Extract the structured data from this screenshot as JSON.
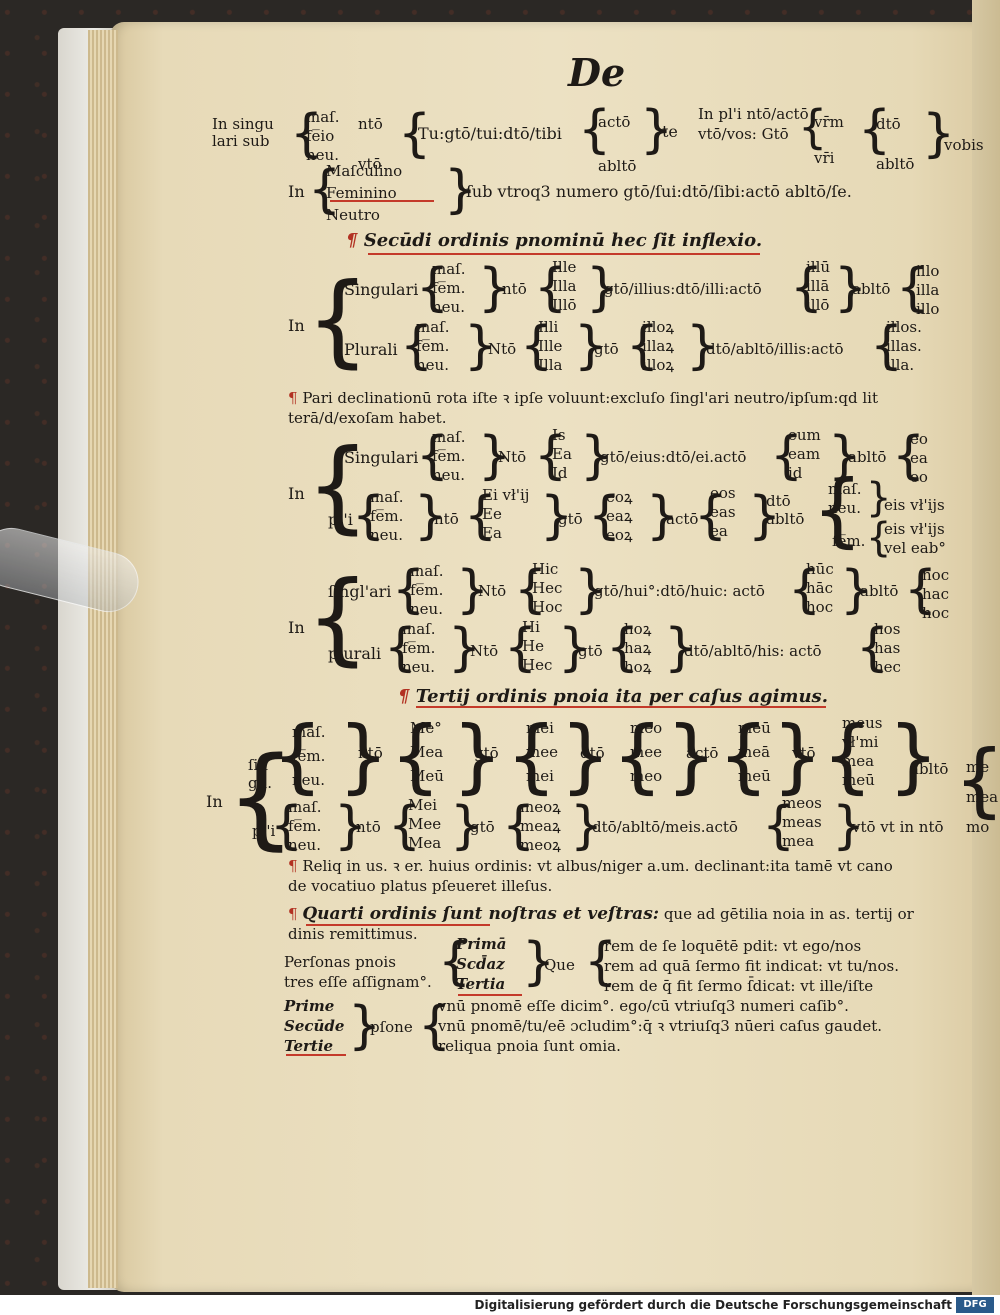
{
  "page": {
    "header": "De",
    "footer": "Digitalisierung gefördert durch die Deutsche Forschungsgemeinschaft",
    "logo": "DFG"
  },
  "block1": {
    "line1_left": [
      "In singu",
      "lari sub"
    ],
    "genders": [
      "maſ.",
      "fe̅io",
      "neu."
    ],
    "ntoVto": [
      "ntō",
      "vtō"
    ],
    "forms": "Tu:gtō/tui:dtō/tibi",
    "acto_ablto": [
      "actō",
      "abltō"
    ],
    "te": "te",
    "plural": [
      "In pl'i ntō/actō",
      "vtō/vos: Gtō"
    ],
    "vrm_vri": [
      "vr̄m",
      "vr̄i"
    ],
    "dto_ablto": [
      "dtō",
      "abltō"
    ],
    "vobis": "vobis"
  },
  "block2": {
    "in": "In",
    "genders": [
      "Maſculino",
      "Feminino",
      "Neutro"
    ],
    "text": "ſub vtroq3 numero gtō/ſui:dtō/ſibi:actō abltō/ſe."
  },
  "heading2": "Secūdi ordinis pnominū hec ſit inflexio.",
  "illeBlock": {
    "in": "In",
    "singulari": "Singulari",
    "genders": [
      "maſ.",
      "fe̅m.",
      "neu."
    ],
    "nto": "ntō",
    "nom": [
      "Ille",
      "Illa",
      "Illō"
    ],
    "gen": "gtō/illius:dtō/illi:actō",
    "acc": [
      "illū",
      "illā",
      "illō"
    ],
    "ablto": "abltō",
    "abl": [
      "illo",
      "illa",
      "illo"
    ],
    "plurali": "Plurali",
    "genders_pl": [
      "maſ.",
      "fe̅m.",
      "neu."
    ],
    "nto_pl": "Ntō",
    "nom_pl": [
      "Illi",
      "Ille",
      "Illa"
    ],
    "gto_pl": "gtō",
    "gen_pl": [
      "illoꝝ",
      "illaꝝ",
      "illoꝝ"
    ],
    "dat_pl": "dtō/abltō/illis:actō",
    "acc_pl": [
      "illos.",
      "illas.",
      "illa."
    ]
  },
  "pariText": [
    "Pari declinationū rota iſte ꝛ ipſe voluunt:excluſo ſingl'ari neutro/ipſum:qd lit",
    "terā/d/exoſam habet."
  ],
  "isBlock": {
    "in": "In",
    "singulari": "Singulari",
    "genders": [
      "maſ.",
      "fe̅m.",
      "neu."
    ],
    "nto": "Ntō",
    "nom": [
      "Is",
      "Ea",
      "Id"
    ],
    "gen": "gtō/eius:dtō/ei.actō",
    "acc": [
      "eum",
      "eam",
      "id"
    ],
    "ablto": "abltō",
    "abl": [
      "eo",
      "ea",
      "eo"
    ],
    "pli": "pl'i",
    "genders_pl": [
      "maſ.",
      "fe̅m.",
      "neu."
    ],
    "nto_pl": "ntō",
    "nom_pl": [
      "Ei vł'ij",
      "Ee",
      "Ea"
    ],
    "gto_pl": "gtō",
    "gen_pl": [
      "eoꝝ",
      "eaꝝ",
      "eoꝝ"
    ],
    "acto_pl": "actō",
    "acc_pl": [
      "eos",
      "eas",
      "ea"
    ],
    "dto_ablto": [
      "dtō",
      "abltō"
    ],
    "mas_neu": [
      "maſ.",
      "neu."
    ],
    "fem": "fe̅m.",
    "eis1": "eis vł'ijs",
    "eis2": [
      "eis vł'ijs",
      "vel eab°"
    ]
  },
  "hicBlock": {
    "in": "In",
    "singulari": "ſingl'ari",
    "genders": [
      "maſ.",
      "fe̅m.",
      "neu."
    ],
    "nto": "Ntō",
    "nom": [
      "Hic",
      "Hec",
      "Hoc"
    ],
    "gen": "gtō/hui°:dtō/huic: actō",
    "acc": [
      "hūc",
      "hāc",
      "hoc"
    ],
    "ablto": "abltō",
    "abl": [
      "hoc",
      "hac",
      "hoc"
    ],
    "plurali": "plurali",
    "genders_pl": [
      "maſ.",
      "fe̅m.",
      "neu."
    ],
    "nto_pl": "Ntō",
    "nom_pl": [
      "Hi",
      "He",
      "Hec"
    ],
    "gto_pl": "gtō",
    "gen_pl": [
      "hoꝝ",
      "haꝝ",
      "hoꝝ"
    ],
    "dat_pl": "dtō/abltō/his: actō",
    "acc_pl": [
      "hos",
      "has",
      "hec"
    ]
  },
  "heading3": "Tertij ordinis pnoia ita per caſus agimus.",
  "meusBlock": {
    "in": "In",
    "singu": [
      "ſin",
      "gu."
    ],
    "pli": "pl'i",
    "genders": [
      "maſ.",
      "fe̅m.",
      "neu."
    ],
    "nto": "ntō",
    "nom": [
      "Me°",
      "Mea",
      "Meū"
    ],
    "gto": "gtō",
    "gen": [
      "mei",
      "mee",
      "mei"
    ],
    "dto": "dtō",
    "dat": [
      "meo",
      "mee",
      "meo"
    ],
    "acto": "actō",
    "acc": [
      "meū",
      "meā",
      "meū"
    ],
    "vto": "vtō",
    "voc": [
      "meus",
      "vł'mi",
      "mea",
      "meū"
    ],
    "ablto": "abltō",
    "abl_partial": [
      "me",
      "mea",
      "mo"
    ],
    "genders_pl": [
      "maſ.",
      "fe̅m.",
      "neu."
    ],
    "nto_pl": "ntō",
    "nom_pl": [
      "Mei",
      "Mee",
      "Mea"
    ],
    "gto_pl": "gtō",
    "gen_pl": [
      "meoꝝ",
      "meaꝝ",
      "meoꝝ"
    ],
    "dat_pl": "dtō/abltō/meis.actō",
    "acc_pl": [
      "meos",
      "meas",
      "mea"
    ],
    "voc_pl": "vtō vt in ntō"
  },
  "reliqText": [
    "Reliq in us. ꝛ er. huius ordinis: vt albus/niger a.um. declinant:ita tamē vt cano",
    "de vocatiuo platus pſeueret illeſus."
  ],
  "heading4": "Quarti ordinis ſunt noſtras et veſtras:",
  "heading4_rest": "que ad gētilia noia in as. tertij or",
  "heading4_line2": "dinis remittimus.",
  "personas": {
    "left": [
      "Perſonas pnois",
      "tres eſſe aſſignam°."
    ],
    "list": [
      "Primā",
      "Scd̄az",
      "Tertia"
    ],
    "que": "Que",
    "defs": [
      "rem de ſe loquētē pdit: vt ego/nos",
      "rem ad quā ſermo fit indicat: vt tu/nos.",
      "rem de q̄ fit ſermo ſ̄dicat: vt ille/iſte"
    ]
  },
  "prime": {
    "left": [
      "Prime",
      "Secūde",
      "Tertie"
    ],
    "pſone": "pſone",
    "defs": [
      "vnū pnomē eſſe dicim°. ego/cū vtriuſq3 numeri caſib°.",
      "vnū pnomē/tu/eē ɔcludim°:q̄ ꝛ vtriuſq3 nūeri caſus gaudet.",
      "reliqua pnoia ſunt omia."
    ]
  }
}
